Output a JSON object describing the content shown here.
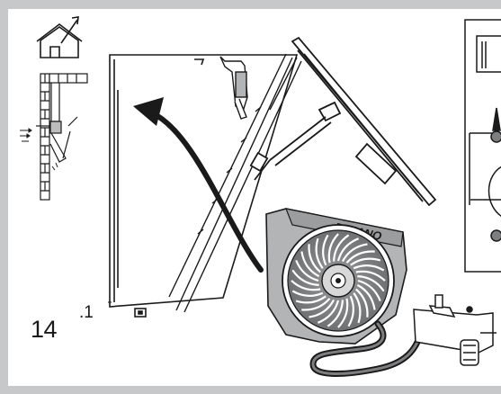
{
  "page": {
    "step_number": "14",
    "callout_label": ".1",
    "blower_marking": "DIMANO",
    "colors": {
      "border": "#c7c8c9",
      "ink": "#1a1a1a",
      "blower_body": "#b3b4b6",
      "blower_dark": "#7d7e80",
      "background": "#ffffff"
    }
  },
  "icons": [
    "house-vent-out-icon",
    "wall-section-recirculation-icon",
    "duct-outlet-icon",
    "side-detail-icon"
  ]
}
